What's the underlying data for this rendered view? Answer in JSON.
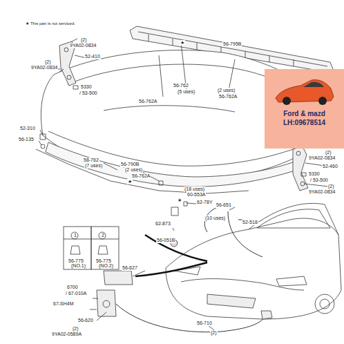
{
  "diagram": {
    "nodes": [
      {
        "text": [
          "Ford & mazd",
          "LH:09678514"
        ]
      }
    ],
    "labels": [
      "★ This part is not serviced.",
      "(2)",
      "9YA02-0834",
      "52-410",
      "(2)",
      "9YA02-0834",
      "5330",
      "/ 53-500",
      "★",
      "56-795B",
      "56-762A",
      "56-762",
      "(5 uses)",
      "(2 uses)",
      "56-762A",
      "(2)",
      "9YA02-0834",
      "52-460",
      "5330",
      "/ 53-500",
      "(2)",
      "9YA02-0834",
      "52-310",
      "56-135",
      "58-762",
      "(7 uses)",
      "56-790B",
      "(2 uses)",
      "56-762A",
      "★",
      "(18 uses)",
      "60-553A",
      "★",
      "62-78Y",
      "56-651",
      "(10 uses)",
      "52-518",
      "62-873",
      "56-051B",
      "1",
      "2",
      "56-775",
      "(NO.1)",
      "56-775",
      "(NO.2)",
      "6700",
      "/ 67-010A",
      "67-SH4M",
      "56-627",
      "56-620",
      "(2)",
      "9YA02-0589A",
      "56-710",
      "(2)"
    ]
  }
}
